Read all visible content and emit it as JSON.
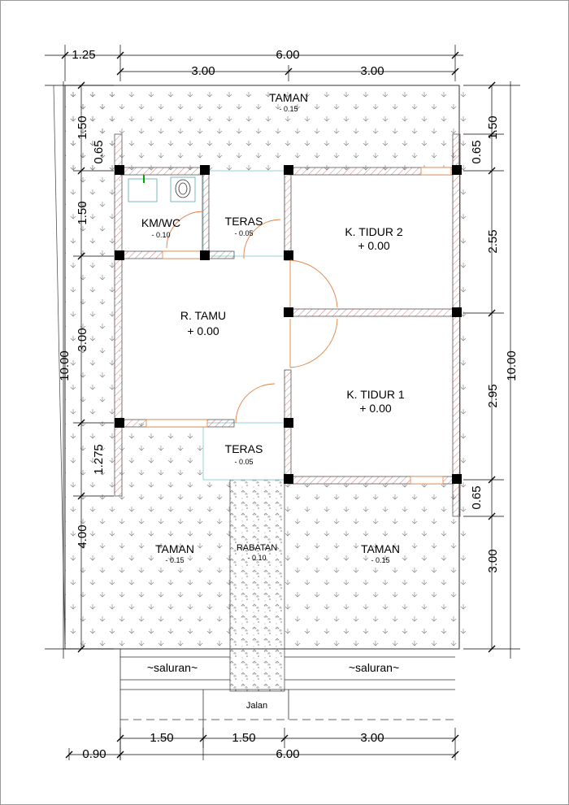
{
  "rooms": {
    "taman_top": {
      "name": "TAMAN",
      "level": "- 0.15"
    },
    "km_wc": {
      "name": "KM/WC",
      "level": "- 0.10"
    },
    "teras_top": {
      "name": "TERAS",
      "level": "- 0.05"
    },
    "k_tidur_2": {
      "name": "K. TIDUR 2",
      "level": "+ 0.00"
    },
    "r_tamu": {
      "name": "R. TAMU",
      "level": "+ 0.00"
    },
    "k_tidur_1": {
      "name": "K. TIDUR 1",
      "level": "+ 0.00"
    },
    "teras_bottom": {
      "name": "TERAS",
      "level": "- 0.05"
    },
    "taman_left": {
      "name": "TAMAN",
      "level": "- 0.15"
    },
    "rabatan": {
      "name": "RABATAN",
      "level": "- 0.10"
    },
    "taman_right": {
      "name": "TAMAN",
      "level": "- 0.15"
    }
  },
  "street": {
    "saluran_left": "~saluran~",
    "saluran_right": "~saluran~",
    "jalan": "Jalan"
  },
  "dimensions": {
    "top_offset": "1.25",
    "top_total": "6.00",
    "top_left_half": "3.00",
    "top_right_half": "3.00",
    "left_total": "10.00",
    "left_1": "1.50",
    "left_2": "0.65",
    "left_3": "1.50",
    "left_4": "3.00",
    "left_5": "1.275",
    "left_6": "4.00",
    "right_total": "10.00",
    "right_1": "1.50",
    "right_2": "0.65",
    "right_3": "2.55",
    "right_4": "2.95",
    "right_5": "0.65",
    "right_6": "3.00",
    "bottom_1": "1.50",
    "bottom_2": "1.50",
    "bottom_3": "3.00",
    "bottom_offset": "0.90",
    "bottom_total": "6.00"
  }
}
